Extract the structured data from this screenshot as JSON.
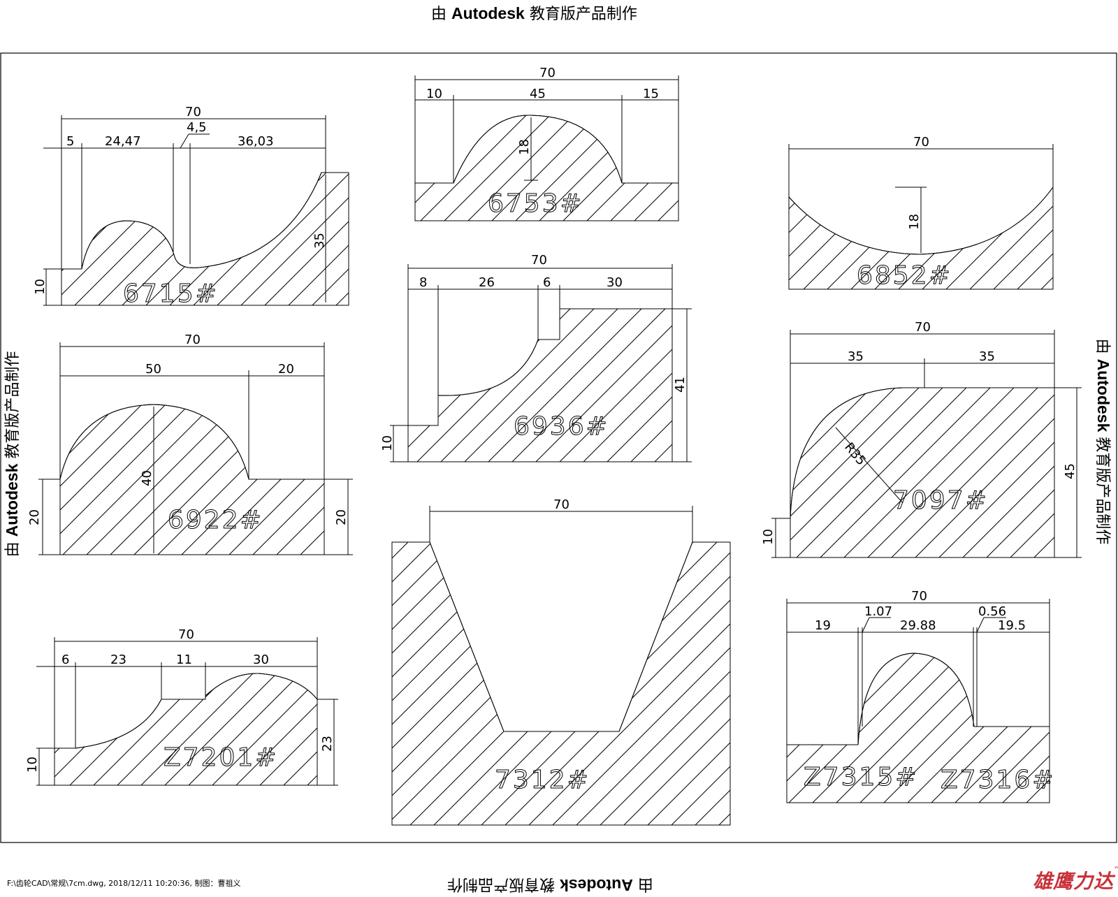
{
  "watermark": {
    "prefix": "由",
    "brand": "Autodesk",
    "suffix": "教育版产品制作"
  },
  "footer": {
    "path": "F:\\齿轮CAD\\常规\\7cm.dwg, 2018/12/11 10:20:36, 制图：曹祖义"
  },
  "logo": {
    "text": "雄鹰力达",
    "mark": "™"
  },
  "profiles": [
    {
      "id": "6715#",
      "dims": [
        "70",
        "5",
        "24,47",
        "4,5",
        "36,03",
        "35",
        "10"
      ]
    },
    {
      "id": "6753#",
      "dims": [
        "70",
        "10",
        "45",
        "15",
        "18"
      ]
    },
    {
      "id": "6852#",
      "dims": [
        "70",
        "18"
      ]
    },
    {
      "id": "6936#",
      "dims": [
        "70",
        "8",
        "26",
        "6",
        "30",
        "41",
        "10"
      ]
    },
    {
      "id": "6922#",
      "dims": [
        "70",
        "50",
        "20",
        "40",
        "20",
        "20"
      ]
    },
    {
      "id": "7097#",
      "dims": [
        "70",
        "35",
        "35",
        "R35",
        "45",
        "10"
      ]
    },
    {
      "id": "7312#",
      "dims": [
        "70"
      ]
    },
    {
      "id": "Z7201#",
      "dims": [
        "70",
        "6",
        "23",
        "11",
        "30",
        "23",
        "10"
      ]
    },
    {
      "id": "Z7315#",
      "id2": "Z7316#",
      "dims": [
        "70",
        "19",
        "1.07",
        "29.88",
        "0.56",
        "19.5"
      ]
    }
  ]
}
